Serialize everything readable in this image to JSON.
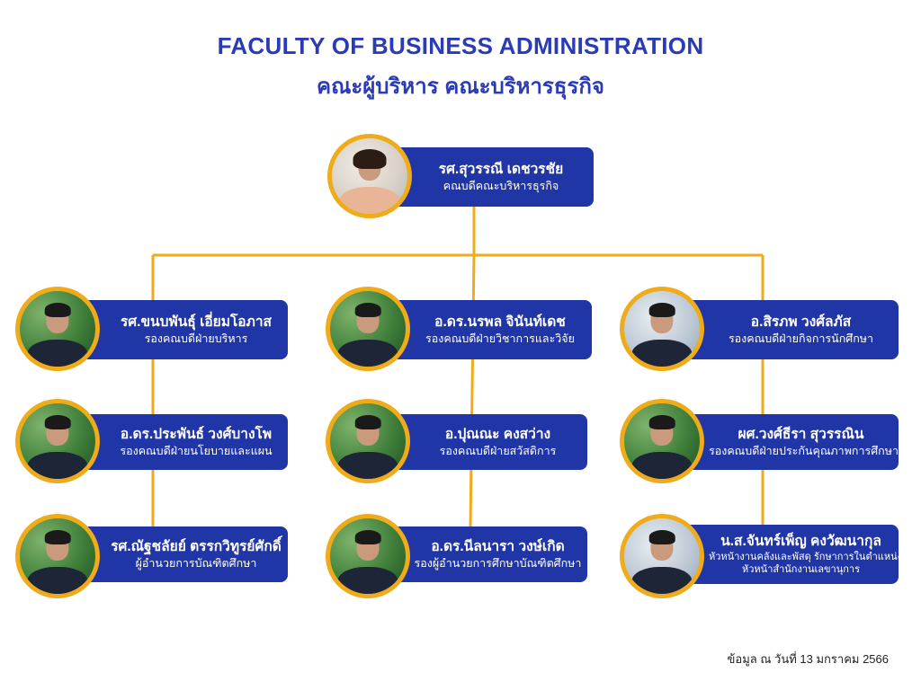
{
  "title_en": "FACULTY OF BUSINESS ADMINISTRATION",
  "title_th": "คณะผู้บริหาร คณะบริหารธุรกิจ",
  "colors": {
    "box": "#2136a6",
    "connector": "#f0ab1a",
    "title": "#2a3bb5"
  },
  "dean": {
    "name": "รศ.สุวรรณี  เดชวรชัย",
    "role": "คณบดีคณะบริหารธุรกิจ"
  },
  "left": [
    {
      "name": "รศ.ขนบพันธุ์  เอี่ยมโอภาส",
      "role": "รองคณบดีฝ่ายบริหาร"
    },
    {
      "name": "อ.ดร.ประพันธ์  วงศ์บางโพ",
      "role": "รองคณบดีฝ่ายนโยบายและแผน"
    },
    {
      "name": "รศ.ณัฐชลัยย์  ตรรกวิทูรย์ศักดิ์",
      "role": "ผู้อำนวยการบัณฑิตศึกษา"
    }
  ],
  "center": [
    {
      "name": "อ.ดร.นรพล  จินันท์เดช",
      "role": "รองคณบดีฝ่ายวิชาการและวิจัย"
    },
    {
      "name": "อ.ปุณณะ  คงสว่าง",
      "role": "รองคณบดีฝ่ายสวัสดิการ"
    },
    {
      "name": "อ.ดร.นีลนารา  วงษ์เกิด",
      "role": "รองผู้อำนวยการศึกษาบัณฑิตศึกษา"
    }
  ],
  "right": [
    {
      "name": "อ.สิรภพ  วงศ์ลภัส",
      "role": "รองคณบดีฝ่ายกิจการนักศึกษา"
    },
    {
      "name": "ผศ.วงศ์ธีรา  สุวรรณิน",
      "role": "รองคณบดีฝ่ายประกันคุณภาพการศึกษา"
    },
    {
      "name": "น.ส.จันทร์เพ็ญ  คงวัฒนากุล",
      "role": "หัวหน้างานคลังและพัสดุ รักษาการในตำแหน่ง",
      "role2": "หัวหน้าสำนักงานเลขานุการ"
    }
  ],
  "footnote": "ข้อมูล ณ  วันที่ 13 มกราคม 2566"
}
